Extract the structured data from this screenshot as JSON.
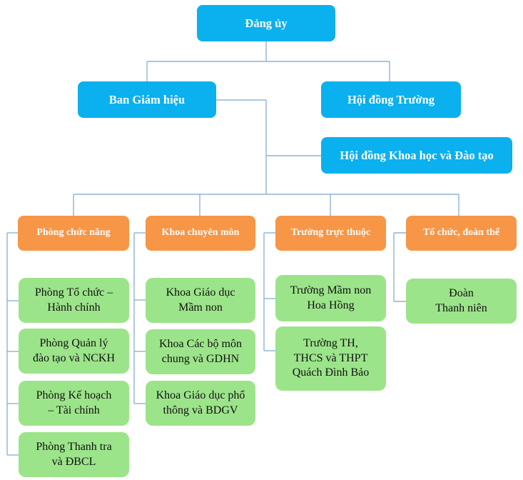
{
  "colors": {
    "leadership": "#0bb0ee",
    "category": "#f79646",
    "unit": "#9ce48a",
    "connector": "#8eb4d3"
  },
  "top": {
    "party_committee": "Đảng ủy",
    "board_of_rectors": "Ban Giám hiệu",
    "school_council": "Hội đồng Trường",
    "science_council": "Hội đồng Khoa học và Đào tạo"
  },
  "categories": [
    {
      "label": "Phòng chức năng",
      "units": [
        "Phòng Tổ chức –\nHành chính",
        "Phòng Quản lý\nđào tạo và NCKH",
        "Phòng Kế hoạch\n– Tài chính",
        "Phòng Thanh tra\nvà ĐBCL"
      ]
    },
    {
      "label": "Khoa chuyên môn",
      "units": [
        "Khoa Giáo dục\nMầm non",
        "Khoa Các bộ môn\nchung và GDHN",
        "Khoa Giáo dục phổ\nthông và BDGV"
      ]
    },
    {
      "label": "Trường trực thuộc",
      "units": [
        "Trường Mầm non\nHoa Hồng",
        "Trường TH,\nTHCS và THPT\nQuách Đình Bảo"
      ]
    },
    {
      "label": "Tổ chức, đoàn thể",
      "units": [
        "Đoàn\nThanh niên"
      ]
    }
  ]
}
